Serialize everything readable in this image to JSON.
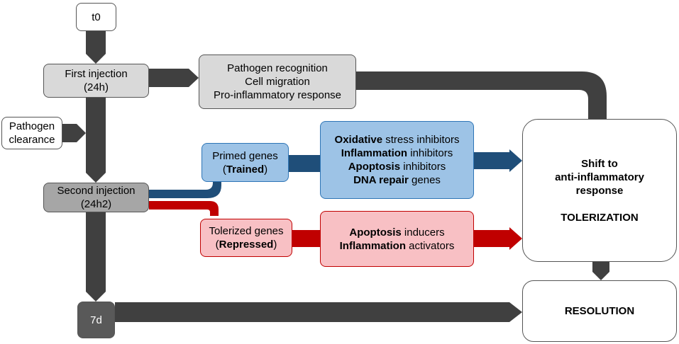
{
  "nodes": {
    "t0": {
      "label": "t0"
    },
    "first_injection": {
      "line1": "First injection",
      "line2": "(24h)"
    },
    "pathogen_recognition": {
      "line1": "Pathogen recognition",
      "line2": "Cell migration",
      "line3": "Pro-inflammatory response"
    },
    "pathogen_clearance": {
      "line1": "Pathogen",
      "line2": "clearance"
    },
    "primed_genes": {
      "line1": "Primed genes",
      "line2_open": "(",
      "line2_bold": "Trained",
      "line2_close": ")"
    },
    "second_injection": {
      "line1": "Second injection",
      "line2": "(24h2)"
    },
    "tolerized_genes": {
      "line1": "Tolerized genes",
      "line2_open": "(",
      "line2_bold": "Repressed",
      "line2_close": ")"
    },
    "blue_effects": {
      "l1_bold": "Oxidative",
      "l1_rest": " stress inhibitors",
      "l2_bold": "Inflammation",
      "l2_rest": " inhibitors",
      "l3_bold": "Apoptosis",
      "l3_rest": " inhibitors",
      "l4_bold": "DNA repair",
      "l4_rest": " genes"
    },
    "pink_effects": {
      "l1_bold": "Apoptosis",
      "l1_rest": " inducers",
      "l2_bold": "Inflammation",
      "l2_rest": " activators"
    },
    "shift": {
      "line1": "Shift to",
      "line2": "anti-inflammatory",
      "line3": "response",
      "line4": "TOLERIZATION"
    },
    "seven_d": {
      "label": "7d"
    },
    "resolution": {
      "label": "RESOLUTION"
    }
  },
  "colors": {
    "dark_arrow": "#404040",
    "blue_arrow": "#1f4e79",
    "red_arrow": "#c00000"
  }
}
